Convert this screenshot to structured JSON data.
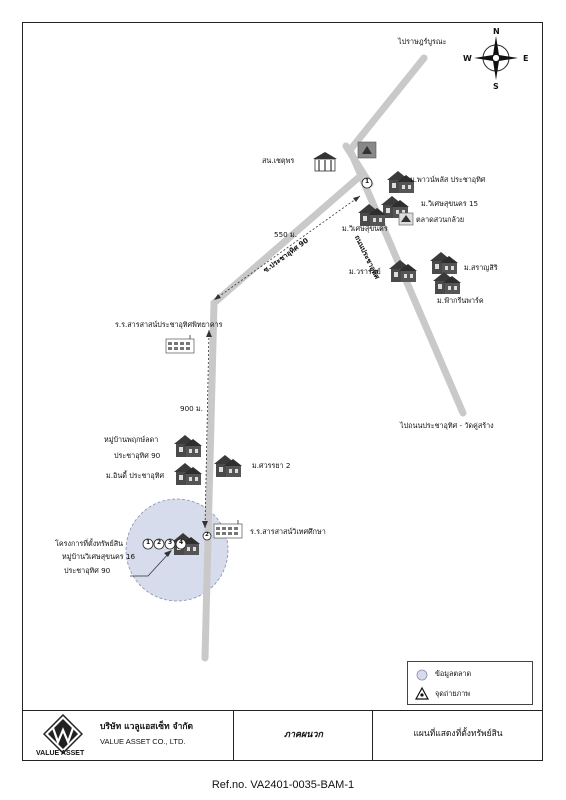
{
  "compass": {
    "n": "N",
    "s": "S",
    "e": "E",
    "w": "W"
  },
  "places": {
    "top_end": "ไปราษฎร์บูรณะ",
    "police": "สน.เชตุพร",
    "vill_ptk": "ม.พาวน์พลัส ประชาอุทิศ",
    "vill_vs15": "ม.วิเศษสุขนคร 15",
    "market": "ตลาดสวนกล้วย",
    "vill_vs": "ม.วิเศษสุขนคร",
    "vill_waram": "ม.วรารมย์",
    "vill_saran": "ม.สราญสิริ",
    "vill_park": "ม.ฟ้ากรีนพาร์ค",
    "school_1": "ร.ร.สารสาสน์ประชาอุทิศพิทยาคาร",
    "bottom_end": "ไปถนนประชาอุทิศ - วัดคู่สร้าง",
    "vill_pruksa_1": "หมู่บ้านพฤกษ์ลดา",
    "vill_pruksa_2": "ประชาอุทิศ 90",
    "vill_indy": "ม.อินดี้ ประชาอุทิศ",
    "vill_wara2": "ม.ศวรรยา 2",
    "school_2": "ร.ร.สารสาสน์วิเทศศึกษา",
    "project_1": "โครงการที่ตั้งทรัพย์สิน",
    "project_2": "หมู่บ้านวิเศษสุขนคร 16",
    "project_3": "ประชาอุทิศ 90"
  },
  "roads": {
    "main_road": "ถนนประชาอุทิศ",
    "soi_90": "ซ.ประชาอุทิศ 90"
  },
  "distances": {
    "d1": "550 ม.",
    "d2": "900 ม."
  },
  "markers": {
    "m1": "1",
    "p1": "1",
    "p2": "2",
    "p3": "3",
    "p4": "4",
    "m2": "2"
  },
  "legend": {
    "comparable": "ข้อมูลตลาด",
    "photo": "จุดถ่ายภาพ"
  },
  "footer": {
    "company_th": "บริษัท แวลูแอสเซ็ท จำกัด",
    "company_en": "VALUE ASSET CO., LTD.",
    "logo_text": "VALUE ASSET",
    "region": "ภาคผนวก",
    "doc_title": "แผนที่แสดงที่ตั้งทรัพย์สิน"
  },
  "ref": "Ref.no. VA2401-0035-BAM-1",
  "colors": {
    "road": "#c9c9c9",
    "circle": "#d6dcec",
    "house": "#3a3a3a"
  }
}
